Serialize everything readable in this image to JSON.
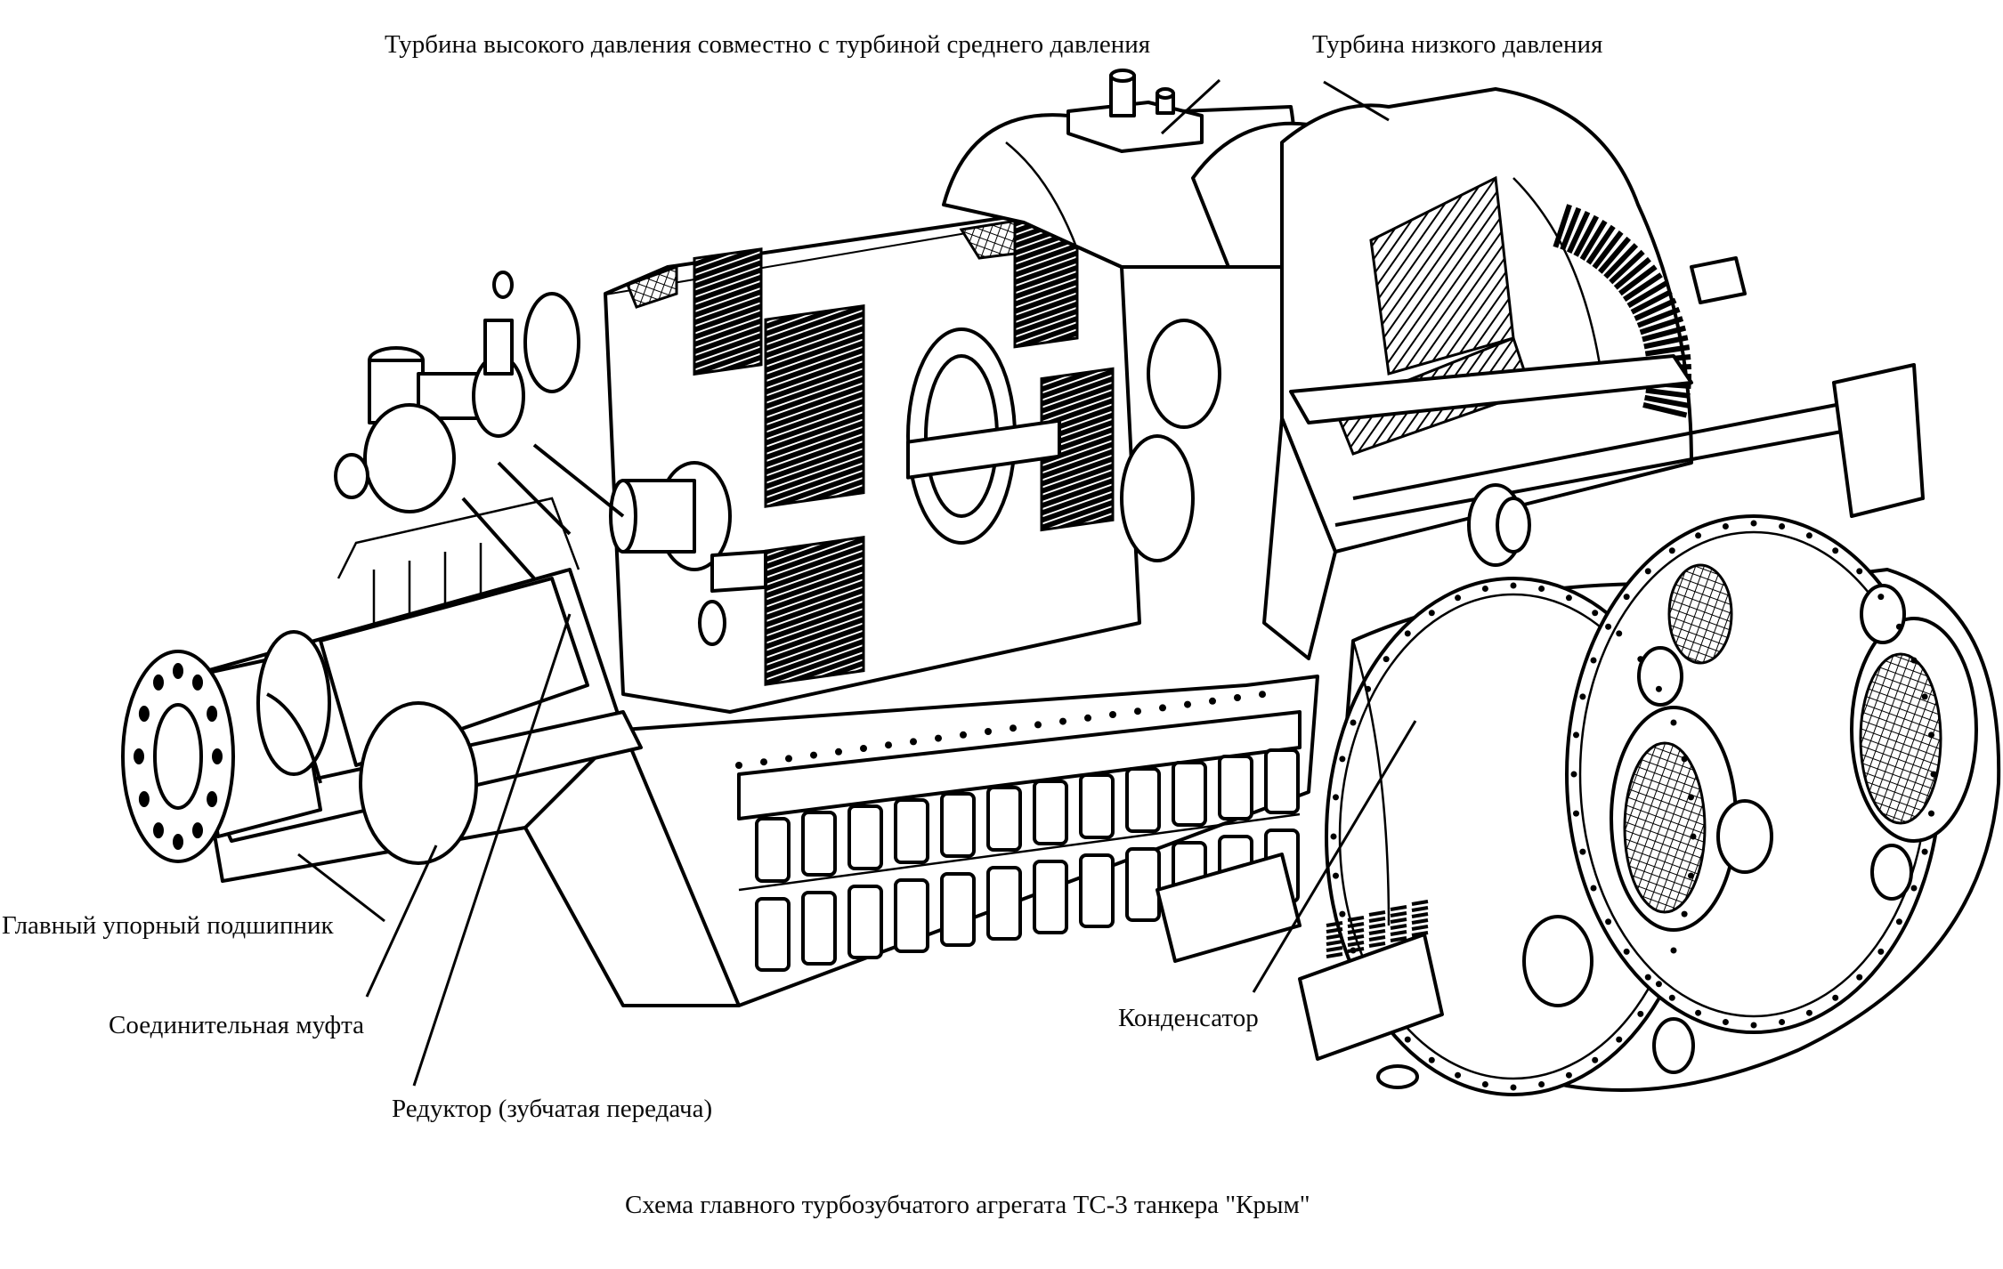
{
  "diagram": {
    "title": "Схема главного турбозубчатого агрегата ТС-3 танкера \"Крым\"",
    "subject": "main turbo-gear unit TS-3, tanker Krym",
    "style": "black-and-white technical cutaway line drawing",
    "labels": {
      "hp_turbine": "Турбина высокого давления совместно с турбиной среднего давления",
      "lp_turbine": "Турбина низкого давления",
      "thrust_bearing": "Главный упорный подшипник",
      "coupling": "Соединительная муфта",
      "reduction_gear": "Редуктор (зубчатая передача)",
      "condenser": "Конденсатор"
    },
    "components": [
      {
        "id": "hp_turbine",
        "label_ref": "hp_turbine",
        "position": "top-center"
      },
      {
        "id": "lp_turbine",
        "label_ref": "lp_turbine",
        "position": "top-right"
      },
      {
        "id": "thrust_bearing",
        "label_ref": "thrust_bearing",
        "position": "left"
      },
      {
        "id": "coupling",
        "label_ref": "coupling",
        "position": "left-center"
      },
      {
        "id": "reduction_gear",
        "label_ref": "reduction_gear",
        "position": "center"
      },
      {
        "id": "condenser",
        "label_ref": "condenser",
        "position": "bottom-right"
      }
    ],
    "colors": {
      "ink": "#000000",
      "paper": "#ffffff"
    }
  }
}
